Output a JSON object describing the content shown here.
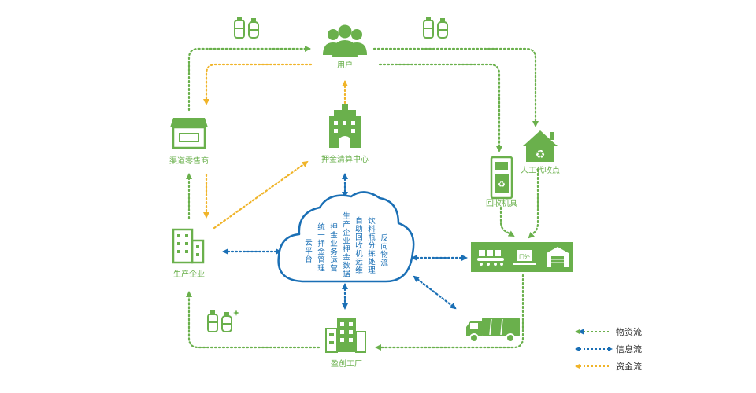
{
  "nodes": {
    "user": "用户",
    "retailer": "渠道零售商",
    "clearing_center": "押金清算中心",
    "recycle_machine": "回收机具",
    "manual_point": "人工代收点",
    "producer": "生产企业",
    "factory": "盈创工厂",
    "warehouse_box": "囗外"
  },
  "cloud": {
    "columns": [
      "云平台",
      "统一押金管理",
      "押金业务运营",
      "生产企业押金数据",
      "自助回收机运维",
      "饮料瓶分拣处理",
      "反向物流"
    ]
  },
  "legend": {
    "material": "物资流",
    "info": "信息流",
    "money": "资金流"
  },
  "colors": {
    "green": "#6ab04c",
    "blue": "#1a6fb5",
    "yellow": "#f0b429"
  }
}
